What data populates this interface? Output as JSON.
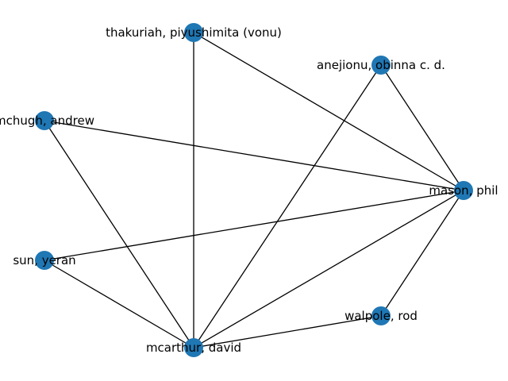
{
  "graph": {
    "node_color": "#1f77b4",
    "edge_color": "#000000",
    "nodes": [
      {
        "id": "thakuriah",
        "label": "thakuriah, piyushimita (vonu)"
      },
      {
        "id": "anejionu",
        "label": "anejionu, obinna c. d."
      },
      {
        "id": "mchugh",
        "label": "mchugh, andrew"
      },
      {
        "id": "mason",
        "label": "mason, phil"
      },
      {
        "id": "sun",
        "label": "sun, yeran"
      },
      {
        "id": "walpole",
        "label": "walpole, rod"
      },
      {
        "id": "mcarthur",
        "label": "mcarthur, david"
      }
    ],
    "edges": [
      [
        "thakuriah",
        "mason"
      ],
      [
        "thakuriah",
        "mcarthur"
      ],
      [
        "anejionu",
        "mason"
      ],
      [
        "anejionu",
        "mcarthur"
      ],
      [
        "mchugh",
        "mason"
      ],
      [
        "mchugh",
        "mcarthur"
      ],
      [
        "mason",
        "sun"
      ],
      [
        "mason",
        "walpole"
      ],
      [
        "mason",
        "mcarthur"
      ],
      [
        "sun",
        "mcarthur"
      ],
      [
        "walpole",
        "mcarthur"
      ]
    ]
  }
}
